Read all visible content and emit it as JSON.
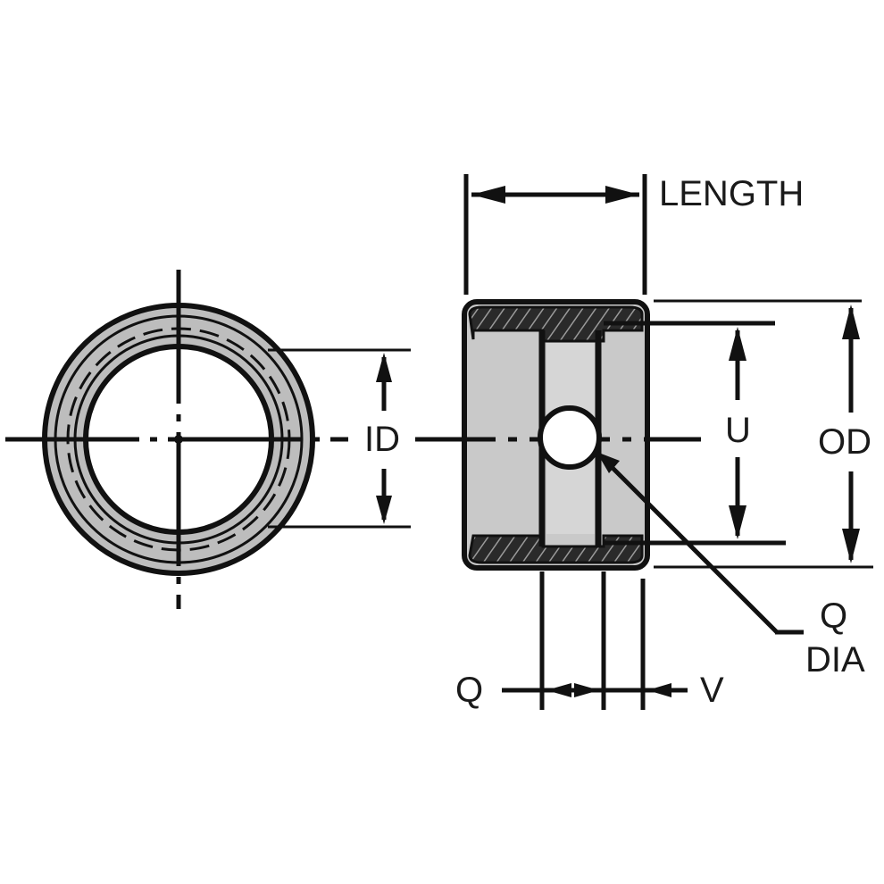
{
  "labels": {
    "length": "LENGTH",
    "id": "ID",
    "u": "U",
    "od": "OD",
    "q_dia_line1": "Q",
    "q_dia_line2": "DIA",
    "q": "Q",
    "v": "V"
  },
  "colors": {
    "ink": "#111111",
    "body_fill": "#c9c9c9",
    "ring_fill": "#bdbdbd",
    "background": "#ffffff"
  }
}
